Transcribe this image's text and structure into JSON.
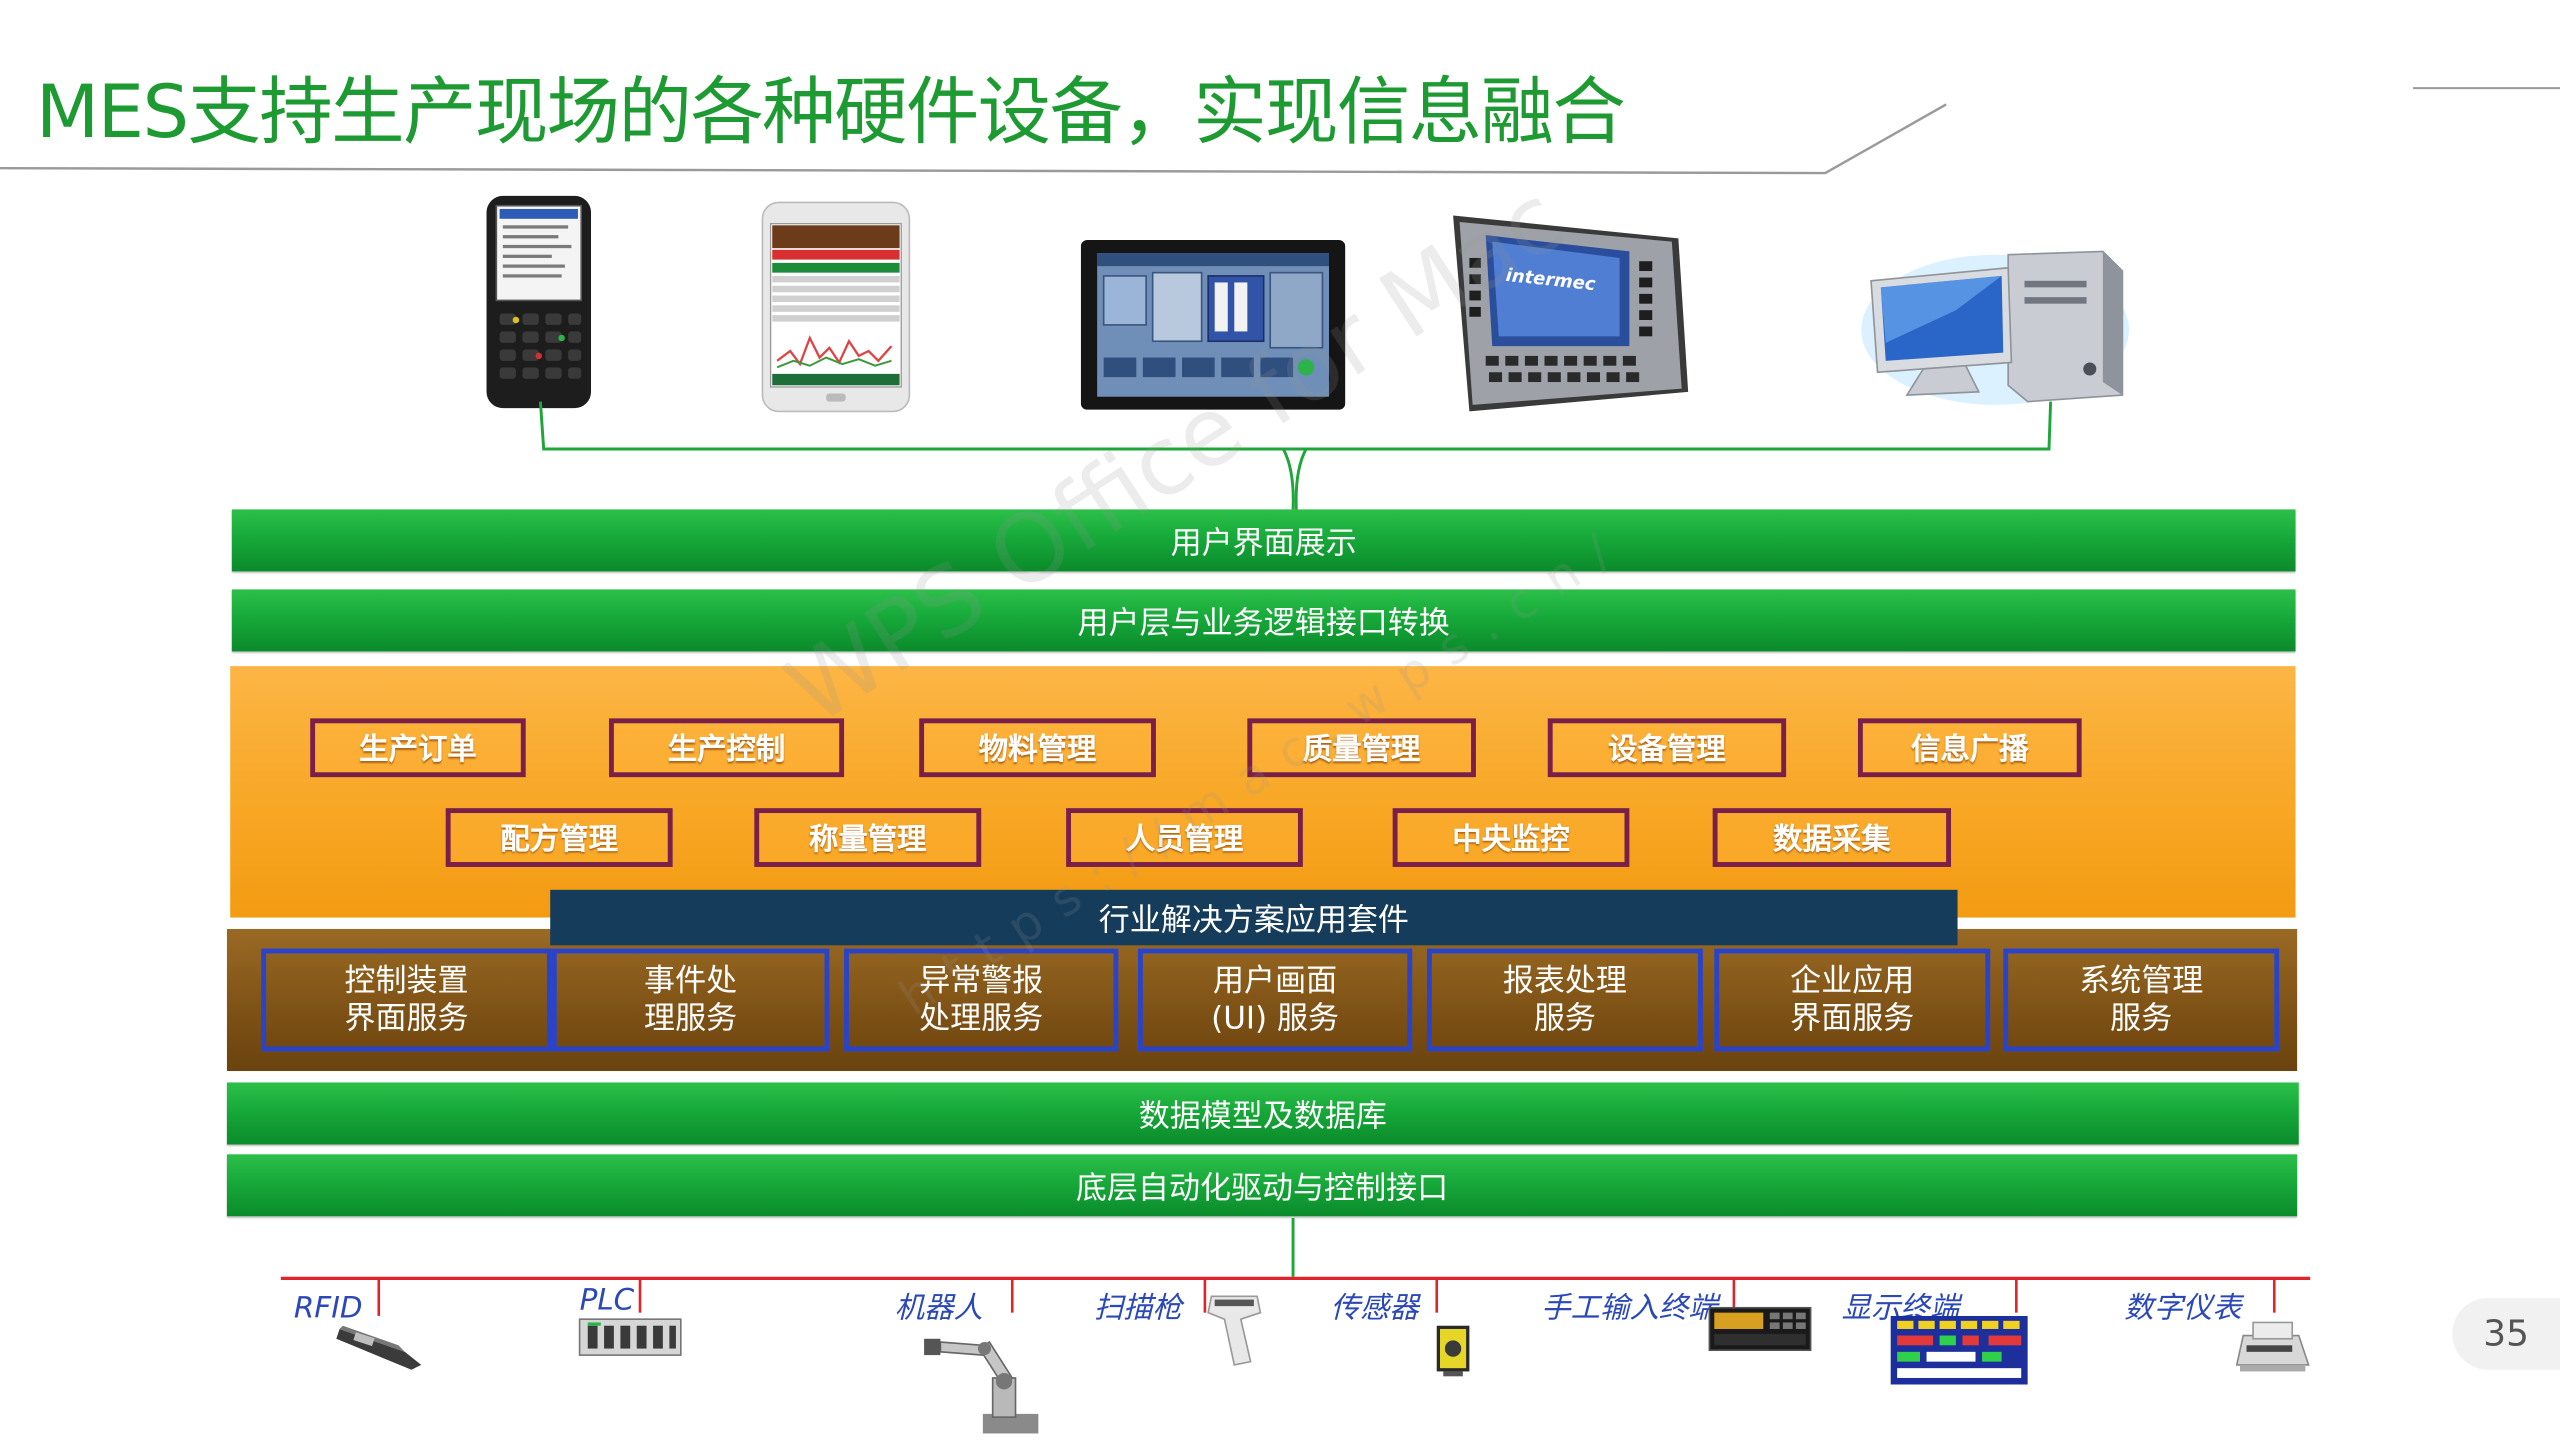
{
  "title": "MES支持生产现场的各种硬件设备，实现信息融合",
  "layers": {
    "ui_display": "用户界面展示",
    "ui_logic": "用户层与业务逻辑接口转换",
    "industry_suite": "行业解决方案应用套件",
    "data_model": "数据模型及数据库",
    "automation": "底层自动化驱动与控制接口"
  },
  "modules_row1": [
    "生产订单",
    "生产控制",
    "物料管理",
    "质量管理",
    "设备管理",
    "信息广播"
  ],
  "modules_row2": [
    "配方管理",
    "称量管理",
    "人员管理",
    "中央监控",
    "数据采集"
  ],
  "services": [
    "控制装置\n界面服务",
    "事件处\n理服务",
    "异常警报\n处理服务",
    "用户画面\n(UI) 服务",
    "报表处理\n服务",
    "企业应用\n界面服务",
    "系统管理\n服务"
  ],
  "field_devices": [
    "RFID",
    "PLC",
    "机器人",
    "扫描枪",
    "传感器",
    "手工输入终端",
    "显示终端",
    "数字仪表"
  ],
  "page_number": "35",
  "watermark": {
    "line1": "WPS Office for Mac",
    "line2": "https://mac.wps.cn/"
  },
  "colors": {
    "title": "#1e9a33",
    "green_bar": "#17a93a",
    "orange_panel": "#f8a623",
    "module_border": "#7a1f4a",
    "navy_bar": "#153c5b",
    "brown_panel": "#7d5115",
    "service_border": "#2a44c9",
    "device_label": "#2b48b8",
    "red_bus": "#e0242c"
  }
}
